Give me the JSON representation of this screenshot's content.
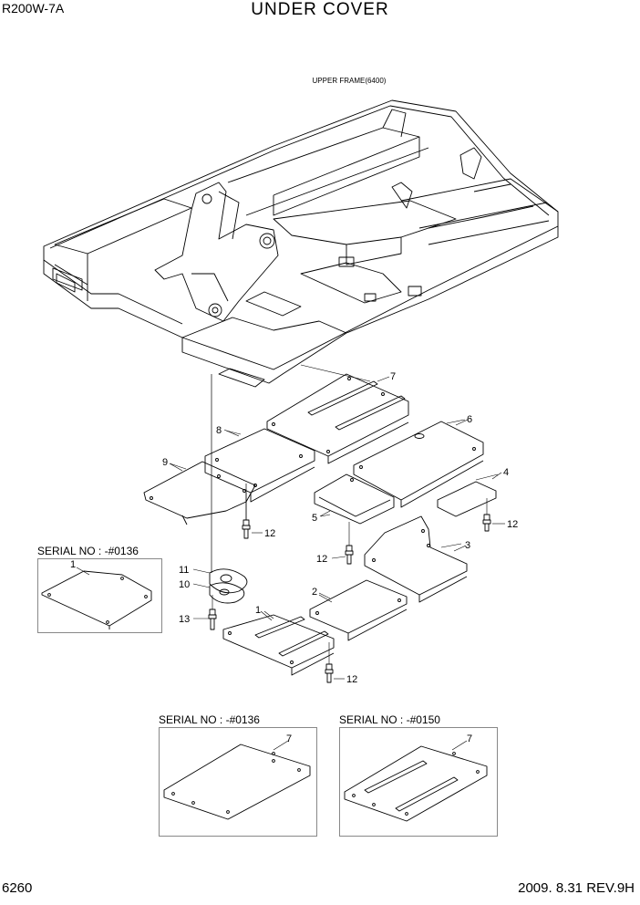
{
  "header": {
    "model": "R200W-7A",
    "title": "UNDER COVER"
  },
  "frame_label": "UPPER FRAME(6400)",
  "callouts": {
    "c1": "1",
    "c2": "2",
    "c3": "3",
    "c4": "4",
    "c5": "5",
    "c6": "6",
    "c7": "7",
    "c8": "8",
    "c9": "9",
    "c10": "10",
    "c11": "11",
    "c12a": "12",
    "c12b": "12",
    "c12c": "12",
    "c12d": "12",
    "c13": "13"
  },
  "insets": {
    "left": {
      "label": "SERIAL NO : -#0136",
      "part": "1"
    },
    "bottom_left": {
      "label": "SERIAL NO : -#0136",
      "part": "7"
    },
    "bottom_right": {
      "label": "SERIAL NO : -#0150",
      "part": "7"
    }
  },
  "footer": {
    "page": "6260",
    "date_rev": "2009. 8.31  REV.9H"
  }
}
